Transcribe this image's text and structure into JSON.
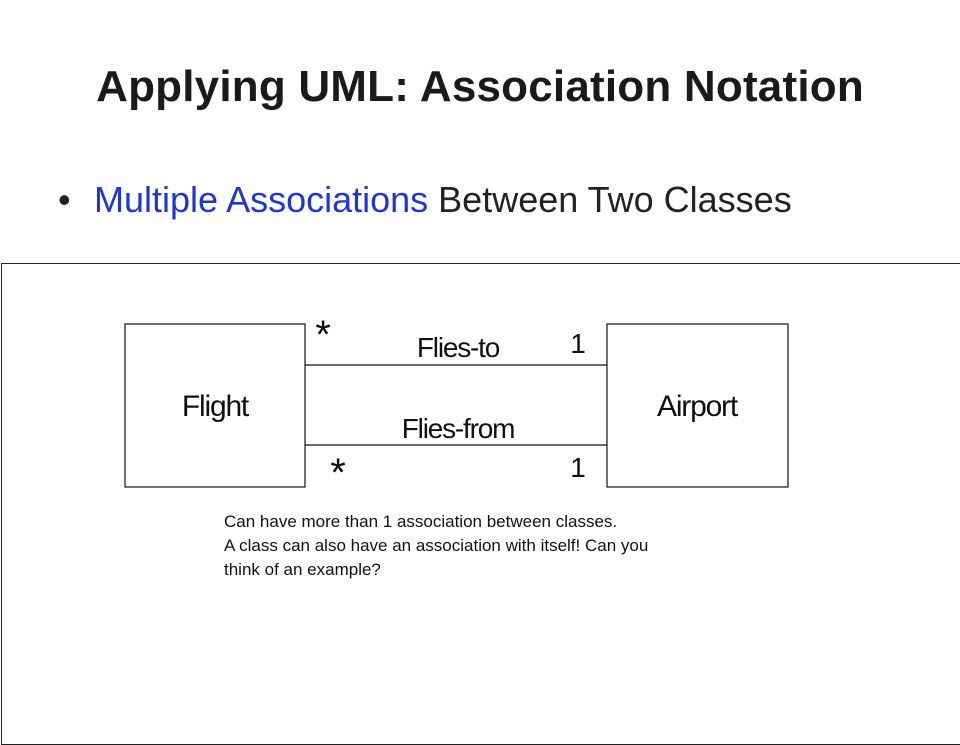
{
  "slide": {
    "title": "Applying UML: Association Notation",
    "bullet": {
      "marker": "•",
      "highlight": "Multiple Associations",
      "rest": " Between Two Classes"
    }
  },
  "diagram": {
    "classes": {
      "left": "Flight",
      "right": "Airport"
    },
    "associations": [
      {
        "label": "Flies-to",
        "left_multiplicity": "*",
        "right_multiplicity": "1"
      },
      {
        "label": "Flies-from",
        "left_multiplicity": "*",
        "right_multiplicity": "1"
      }
    ]
  },
  "note": {
    "lines": [
      "Can have more than 1 association between classes.",
      "A class can also have an association with itself! Can you",
      "think of an example?"
    ]
  },
  "colors": {
    "highlight": "#1f35d6",
    "ink": "#111111"
  }
}
